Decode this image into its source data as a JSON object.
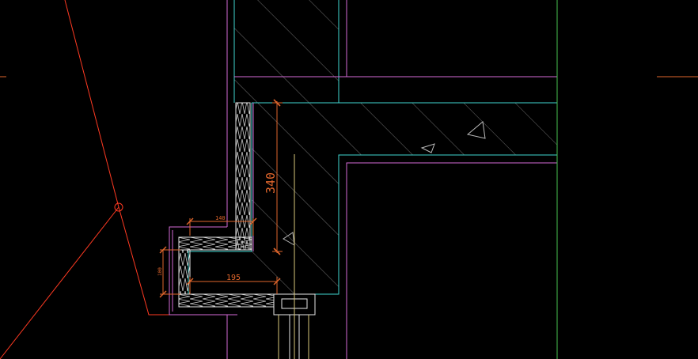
{
  "drawing": {
    "background": "#000000",
    "colors": {
      "magenta": "#d36ad6",
      "cyan": "#3fd6d0",
      "orange": "#e0662c",
      "red": "#ff2a1a",
      "white": "#e6e6e6",
      "yellow": "#d9c97a",
      "green": "#49c24f",
      "hatch": "#9a9a9a"
    },
    "dimensions": {
      "wall_height": "340",
      "top_width": "140",
      "bottom_width": "195",
      "left_height": "100"
    }
  }
}
